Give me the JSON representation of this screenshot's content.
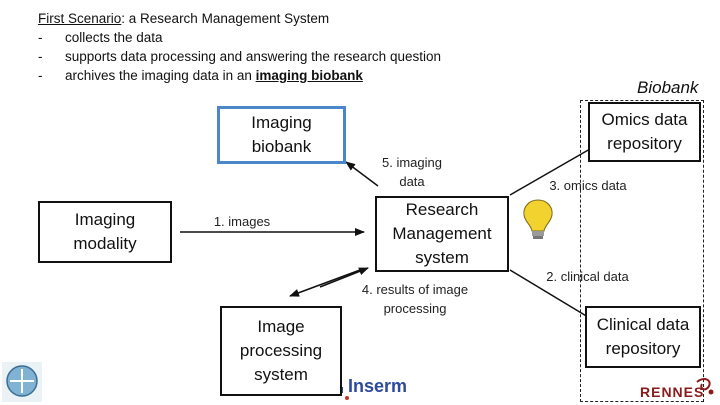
{
  "intro": {
    "title_prefix": "First Scenario",
    "title_suffix": ": a Research Management System",
    "bullets": [
      {
        "dash": "-",
        "text": "collects the data"
      },
      {
        "dash": "-",
        "text": "supports data processing and answering the research question"
      },
      {
        "dash": "-",
        "text_before": "archives the imaging data in an ",
        "text_emph": "imaging biobank"
      }
    ]
  },
  "biobank_label": "Biobank",
  "nodes": {
    "imaging_biobank": "Imaging\nbiobank",
    "imaging_modality": "Imaging\nmodality",
    "rms": "Research\nManagement\nsystem",
    "image_processing": "Image\nprocessing\nsystem",
    "omics": "Omics data\nrepository",
    "clinical": "Clinical data\nrepository"
  },
  "edges": {
    "images": "1. images",
    "clinical_data": "2. clinical data",
    "omics_data": "3. omics data",
    "results": "4. results of image\nprocessing",
    "imaging_data": "5. imaging\ndata"
  },
  "logos": {
    "inserm": "Inserm",
    "rennes": "RENNES"
  },
  "colors": {
    "biobank_border": "#4a86c9",
    "bulb": "#f2d22e"
  }
}
